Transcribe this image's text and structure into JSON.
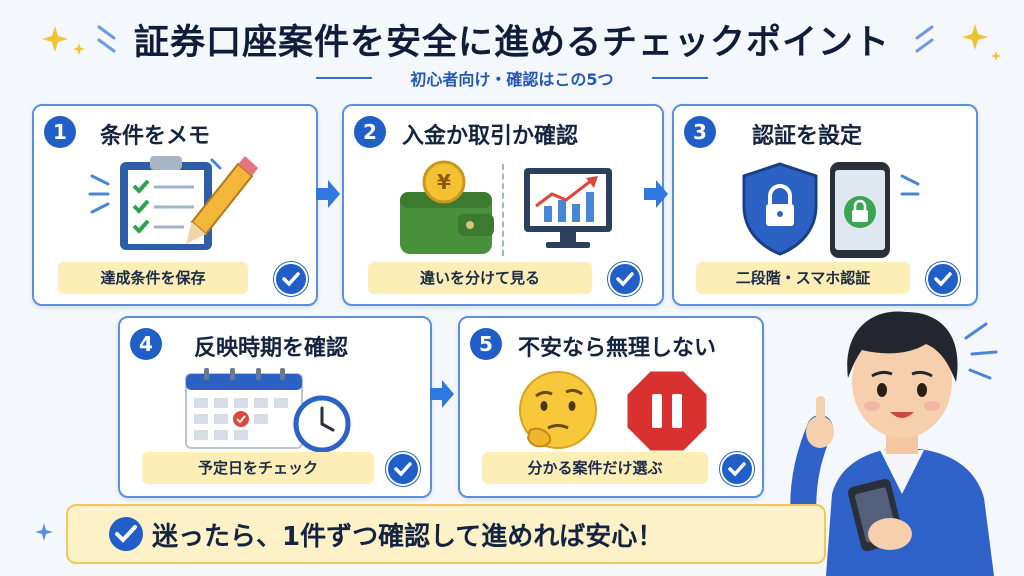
{
  "header": {
    "title": "証券口座案件を安全に進めるチェックポイント",
    "subtitle": "初心者向け・確認はこの5つ"
  },
  "steps": [
    {
      "number": "1",
      "title": "条件をメモ",
      "note": "達成条件を保存"
    },
    {
      "number": "2",
      "title": "入金か取引か確認",
      "note": "違いを分けて見る"
    },
    {
      "number": "3",
      "title": "認証を設定",
      "note": "二段階・スマホ認証"
    },
    {
      "number": "4",
      "title": "反映時期を確認",
      "note": "予定日をチェック"
    },
    {
      "number": "5",
      "title": "不安なら無理しない",
      "note": "分かる案件だけ選ぶ"
    }
  ],
  "coin_symbol": "¥",
  "footer": {
    "message": "迷ったら、1件ずつ確認して進めれば安心！"
  },
  "colors": {
    "accent": "#1f5fc7",
    "card_border": "#5b8fe0",
    "pill": "#fdeeb8",
    "banner": "#fdf2c7"
  }
}
